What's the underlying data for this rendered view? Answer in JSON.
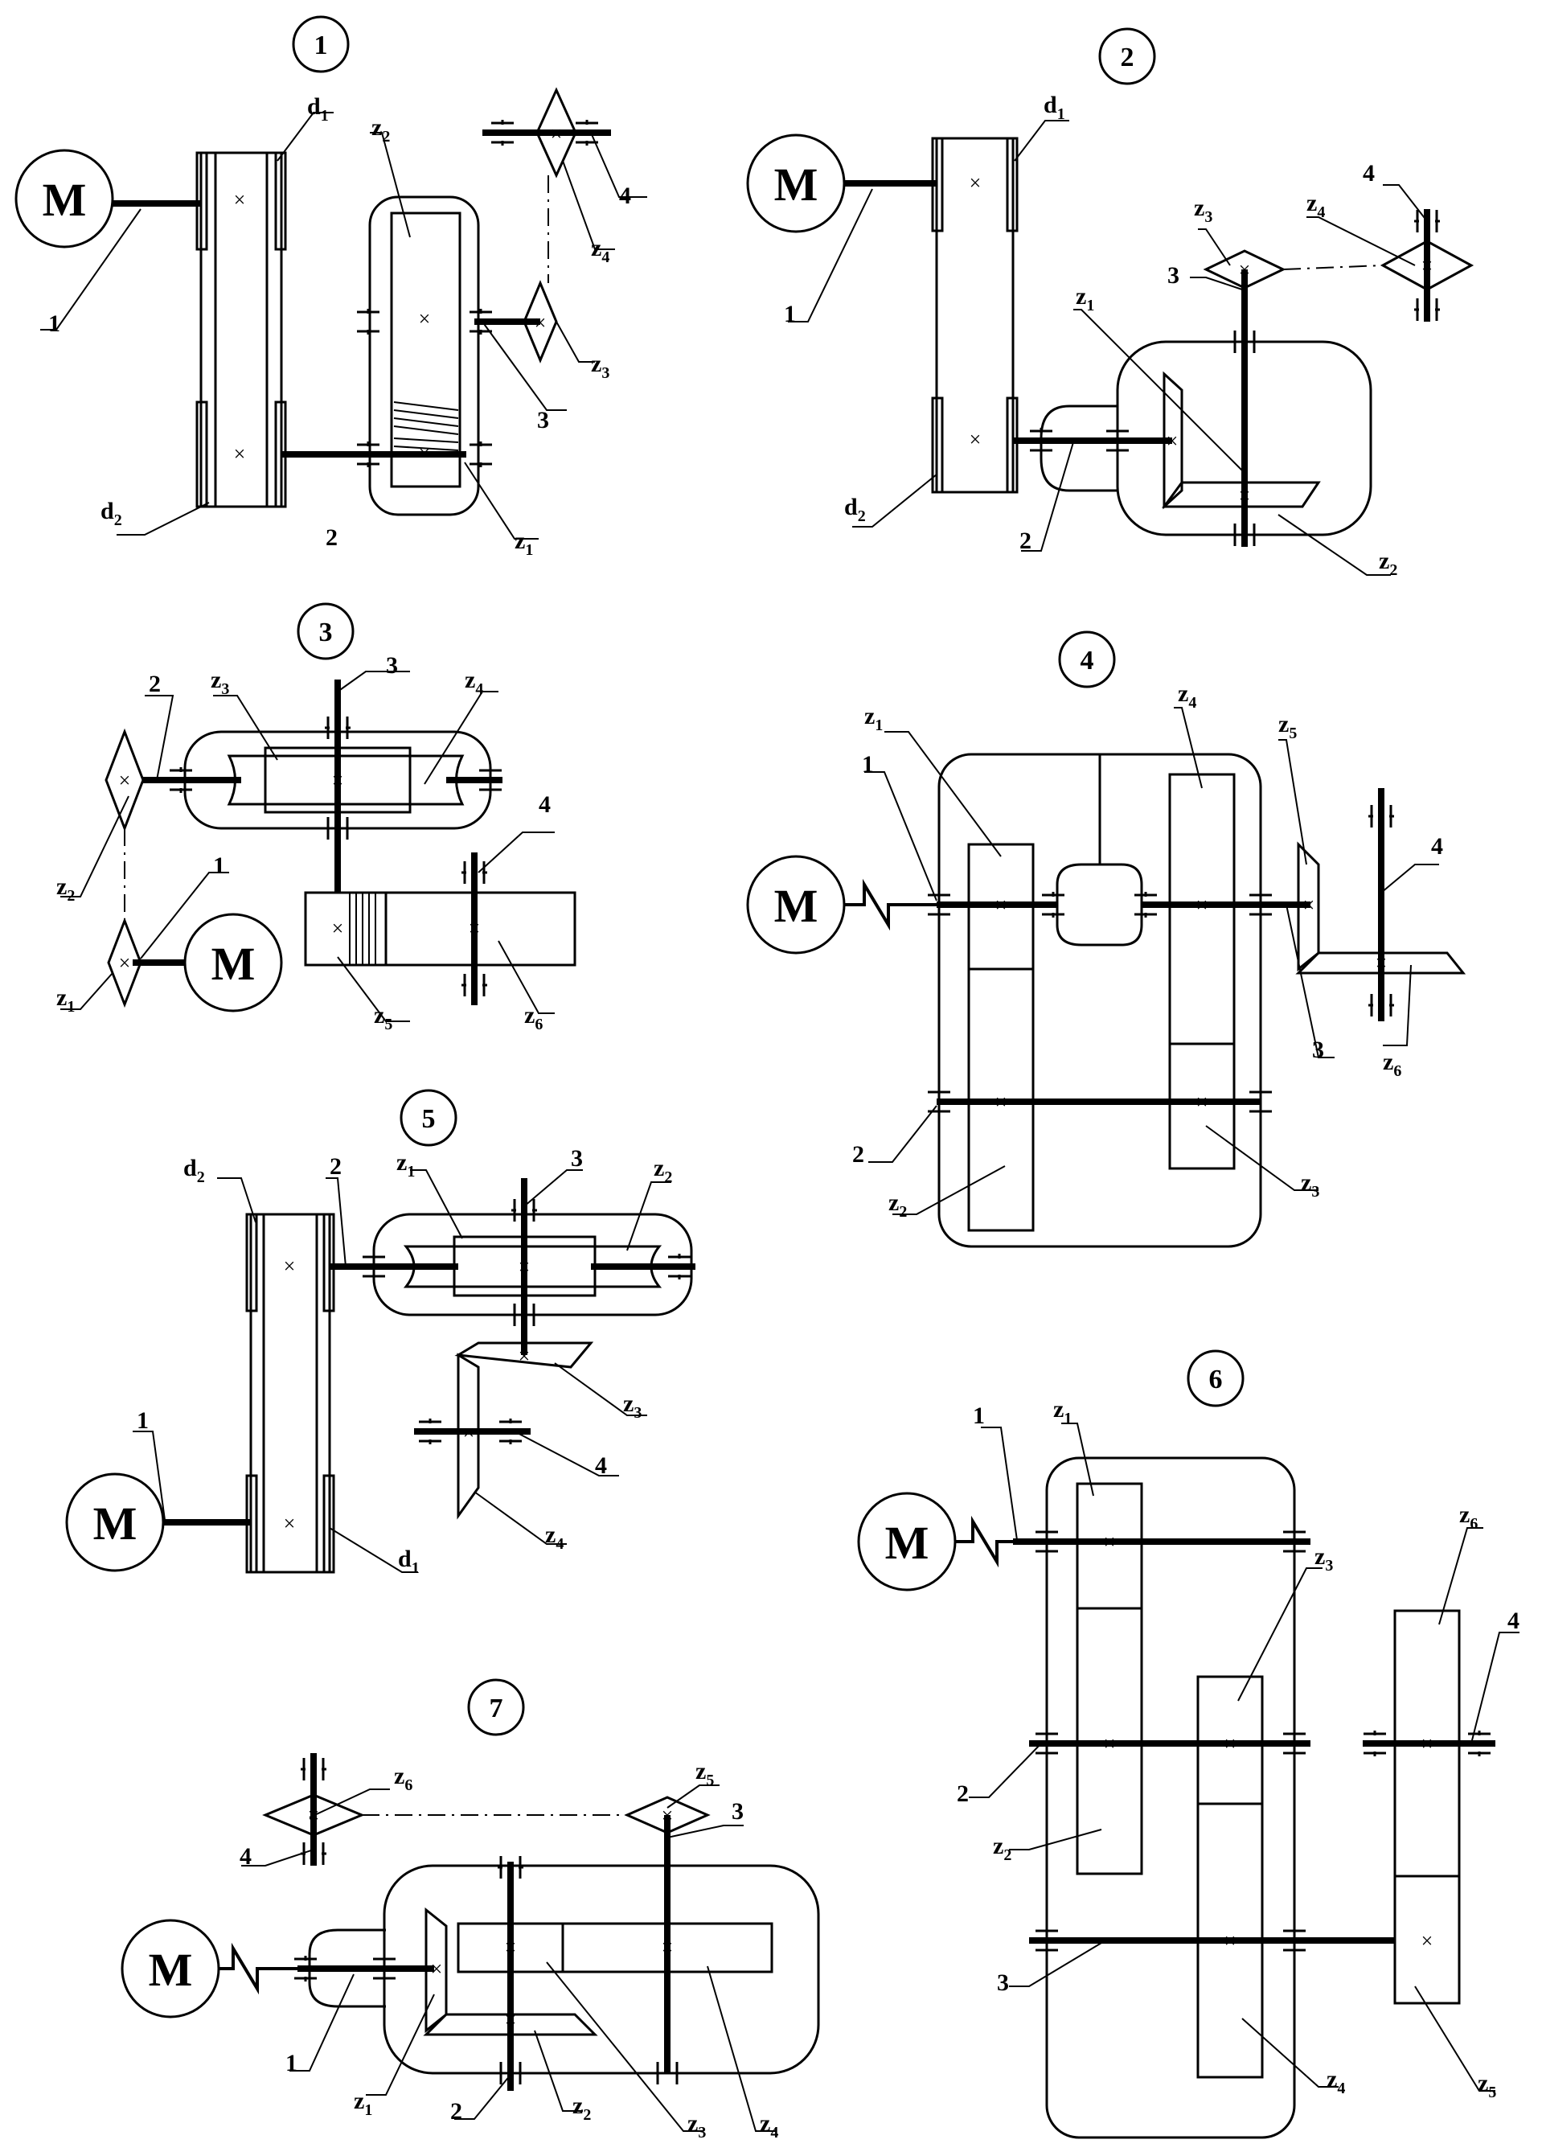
{
  "colors": {
    "ink": "#000000",
    "paper": "#ffffff"
  },
  "cross": "×",
  "motor_label": "M",
  "schemes": [
    {
      "number": "1",
      "labels": [
        "1",
        "2",
        "3",
        "4"
      ],
      "pulleys": [
        "d",
        "d"
      ],
      "pulley_subs": [
        "1",
        "2"
      ],
      "gears": [
        "z",
        "z",
        "z",
        "z"
      ],
      "gear_subs": [
        "1",
        "2",
        "3",
        "4"
      ]
    },
    {
      "number": "2",
      "labels": [
        "1",
        "2",
        "3",
        "4"
      ],
      "pulleys": [
        "d",
        "d"
      ],
      "pulley_subs": [
        "1",
        "2"
      ],
      "gears": [
        "z",
        "z",
        "z",
        "z"
      ],
      "gear_subs": [
        "1",
        "2",
        "3",
        "4"
      ]
    },
    {
      "number": "3",
      "labels": [
        "1",
        "2",
        "3",
        "4"
      ],
      "gears": [
        "z",
        "z",
        "z",
        "z",
        "z",
        "z"
      ],
      "gear_subs": [
        "1",
        "2",
        "3",
        "4",
        "5",
        "6"
      ]
    },
    {
      "number": "4",
      "labels": [
        "1",
        "2",
        "3",
        "4"
      ],
      "gears": [
        "z",
        "z",
        "z",
        "z",
        "z",
        "z"
      ],
      "gear_subs": [
        "1",
        "2",
        "3",
        "4",
        "5",
        "6"
      ]
    },
    {
      "number": "5",
      "labels": [
        "1",
        "2",
        "3",
        "4"
      ],
      "pulleys": [
        "d",
        "d"
      ],
      "pulley_subs": [
        "1",
        "2"
      ],
      "gears": [
        "z",
        "z",
        "z",
        "z"
      ],
      "gear_subs": [
        "1",
        "2",
        "3",
        "4"
      ]
    },
    {
      "number": "6",
      "labels": [
        "1",
        "2",
        "3",
        "4"
      ],
      "gears": [
        "z",
        "z",
        "z",
        "z",
        "z",
        "z"
      ],
      "gear_subs": [
        "1",
        "2",
        "3",
        "4",
        "5",
        "6"
      ]
    },
    {
      "number": "7",
      "labels": [
        "1",
        "2",
        "3",
        "4"
      ],
      "gears": [
        "z",
        "z",
        "z",
        "z",
        "z",
        "z"
      ],
      "gear_subs": [
        "1",
        "2",
        "3",
        "4",
        "5",
        "6"
      ]
    }
  ]
}
